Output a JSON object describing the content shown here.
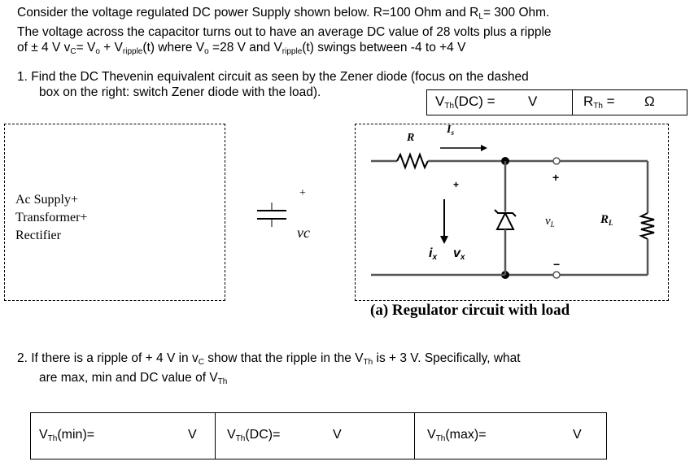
{
  "intro": {
    "line1_a": "Consider the voltage regulated DC power Supply shown below.   R=100 Ohm and R",
    "line1_sub": "L",
    "line1_b": "= 300 Ohm.",
    "line2": "The voltage across the capacitor turns out to have an average DC value of 28 volts plus a ripple",
    "line3_a": "of ± 4 V  v",
    "line3_sub1": "C",
    "line3_b": "= V",
    "line3_sub2": "o",
    "line3_c": " + V",
    "line3_sub3": "ripple",
    "line3_d": "(t)  where V",
    "line3_sub4": "o",
    "line3_e": " =28 V and V",
    "line3_sub5": "ripple",
    "line3_f": "(t) swings between  -4 to +4 V"
  },
  "q1": {
    "line1": "1.   Find the DC Thevenin equivalent circuit as seen by the Zener diode (focus on the dashed",
    "line2": "box on the right: switch Zener diode with the load)."
  },
  "answer1": {
    "vth_a": "V",
    "vth_sub": "Th",
    "vth_b": "(DC) =",
    "vth_unit": "V",
    "rth_a": "R",
    "rth_sub": "Th",
    "rth_b": " =",
    "rth_unit": "Ω"
  },
  "left_box": {
    "line1": "Ac Supply+",
    "line2": "Transformer+",
    "line3": "Rectifier"
  },
  "circuit": {
    "cap_plus": "+",
    "vc": "vc",
    "R": "R",
    "Is": "I",
    "Is_sub": "s",
    "node_plus": "+",
    "out_plus": "+",
    "vL": "v",
    "vL_sub": "L",
    "RL": "R",
    "RL_sub": "L",
    "ix": "i",
    "ix_sub": "x",
    "vx": "v",
    "vx_sub": "x",
    "out_minus": "−",
    "caption": "(a) Regulator circuit with load"
  },
  "q2": {
    "line1": "2.   If there is a ripple of + 4 V in v",
    "line1_sub": "C",
    "line1_b": " show that the ripple in the V",
    "line1_sub2": "Th",
    "line1_c": " is + 3 V.  Specifically, what",
    "line2_a": "are max, min and DC value of V",
    "line2_sub": "Th"
  },
  "answer2": {
    "min_a": "V",
    "min_sub": "Th",
    "min_b": "(min)=",
    "min_unit": "V",
    "dc_a": "V",
    "dc_sub": "Th",
    "dc_b": "(DC)=",
    "dc_unit": "V",
    "max_a": "V",
    "max_sub": "Th",
    "max_b": "(max)=",
    "max_unit": "V"
  }
}
